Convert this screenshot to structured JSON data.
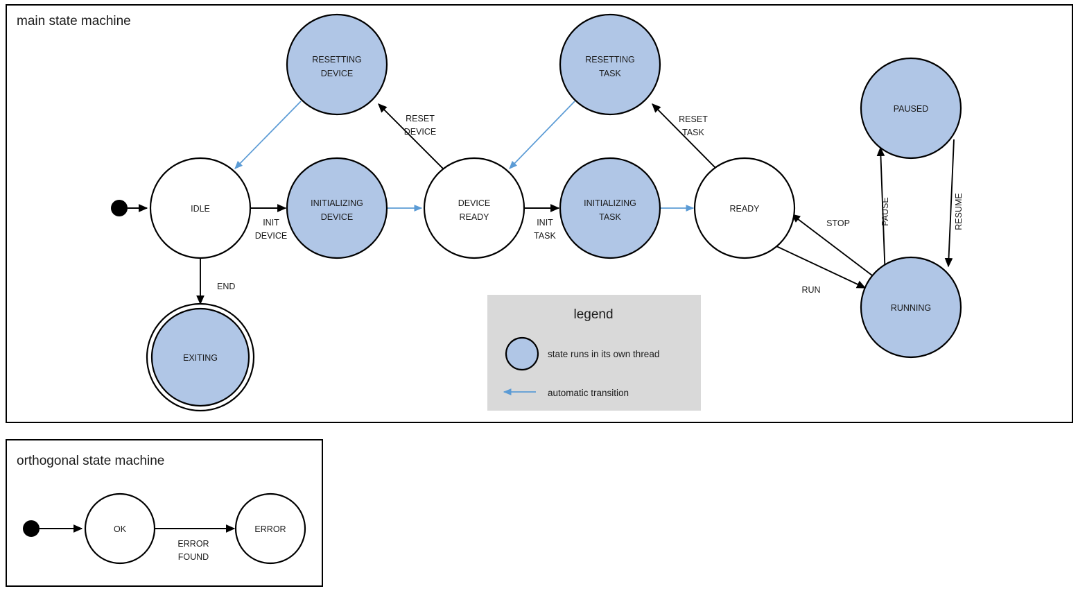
{
  "colors": {
    "thread_state_fill": "#b0c6e6",
    "state_fill": "#ffffff",
    "stroke": "#000000",
    "auto_transition": "#5b9bd5",
    "legend_background": "#d9d9d9",
    "page_background": "#ffffff"
  },
  "main_machine": {
    "title": "main state machine",
    "states": [
      {
        "id": "idle",
        "label_line1": "IDLE",
        "label_line2": "",
        "thread": false,
        "final": false
      },
      {
        "id": "resetting-device",
        "label_line1": "RESETTING",
        "label_line2": "DEVICE",
        "thread": true,
        "final": false
      },
      {
        "id": "initializing-device",
        "label_line1": "INITIALIZING",
        "label_line2": "DEVICE",
        "thread": true,
        "final": false
      },
      {
        "id": "device-ready",
        "label_line1": "DEVICE",
        "label_line2": "READY",
        "thread": false,
        "final": false
      },
      {
        "id": "resetting-task",
        "label_line1": "RESETTING",
        "label_line2": "TASK",
        "thread": true,
        "final": false
      },
      {
        "id": "initializing-task",
        "label_line1": "INITIALIZING",
        "label_line2": "TASK",
        "thread": true,
        "final": false
      },
      {
        "id": "ready",
        "label_line1": "READY",
        "label_line2": "",
        "thread": false,
        "final": false
      },
      {
        "id": "paused",
        "label_line1": "PAUSED",
        "label_line2": "",
        "thread": true,
        "final": false
      },
      {
        "id": "running",
        "label_line1": "RUNNING",
        "label_line2": "",
        "thread": true,
        "final": false
      },
      {
        "id": "exiting",
        "label_line1": "EXITING",
        "label_line2": "",
        "thread": true,
        "final": true
      }
    ],
    "transitions": [
      {
        "id": "start-to-idle",
        "label_line1": "",
        "label_line2": "",
        "automatic": false
      },
      {
        "id": "idle-to-initializing-device",
        "label_line1": "INIT",
        "label_line2": "DEVICE",
        "automatic": false
      },
      {
        "id": "initializing-device-to-ready",
        "label_line1": "",
        "label_line2": "",
        "automatic": true
      },
      {
        "id": "device-ready-to-resetting-device",
        "label_line1": "RESET",
        "label_line2": "DEVICE",
        "automatic": false
      },
      {
        "id": "resetting-device-to-idle",
        "label_line1": "",
        "label_line2": "",
        "automatic": true
      },
      {
        "id": "device-ready-to-init-task",
        "label_line1": "INIT",
        "label_line2": "TASK",
        "automatic": false
      },
      {
        "id": "initializing-task-to-ready",
        "label_line1": "",
        "label_line2": "",
        "automatic": true
      },
      {
        "id": "ready-to-resetting-task",
        "label_line1": "RESET",
        "label_line2": "TASK",
        "automatic": false
      },
      {
        "id": "resetting-task-to-device-ready",
        "label_line1": "",
        "label_line2": "",
        "automatic": true
      },
      {
        "id": "ready-to-running",
        "label_line1": "RUN",
        "label_line2": "",
        "automatic": false
      },
      {
        "id": "running-to-ready",
        "label_line1": "STOP",
        "label_line2": "",
        "automatic": false
      },
      {
        "id": "running-to-paused",
        "label_line1": "PAUSE",
        "label_line2": "",
        "automatic": false
      },
      {
        "id": "paused-to-running",
        "label_line1": "RESUME",
        "label_line2": "",
        "automatic": false
      },
      {
        "id": "idle-to-exiting",
        "label_line1": "END",
        "label_line2": "",
        "automatic": false
      }
    ]
  },
  "legend": {
    "title": "legend",
    "thread_entry": "state runs in its own thread",
    "auto_entry": "automatic transition"
  },
  "orthogonal_machine": {
    "title": "orthogonal state machine",
    "states": [
      {
        "id": "ok",
        "label": "OK"
      },
      {
        "id": "error",
        "label": "ERROR"
      }
    ],
    "transitions": [
      {
        "id": "start-to-ok",
        "label_line1": "",
        "label_line2": ""
      },
      {
        "id": "ok-to-error",
        "label_line1": "ERROR",
        "label_line2": "FOUND"
      }
    ]
  }
}
